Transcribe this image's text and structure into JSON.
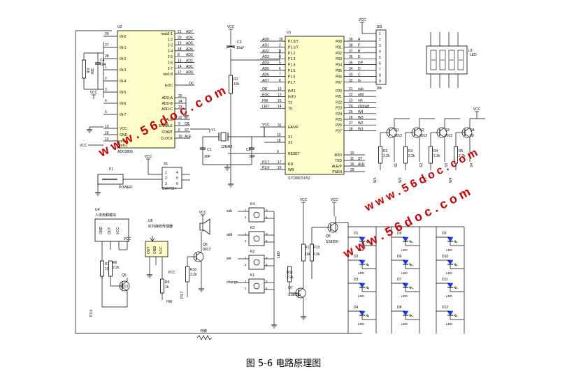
{
  "caption": "图 5-6 电路原理图",
  "watermark": "w w w . 5 6 d o c . c o m",
  "colors": {
    "wire": "#000000",
    "chip_fill": "#ffffcc",
    "led": "#1a3cff",
    "watermark": "#cc0000"
  },
  "u2": {
    "ref": "U2",
    "part": "ADC0809",
    "left_pins": [
      {
        "num": "26",
        "name": "IN-0"
      },
      {
        "num": "27",
        "name": "IN-1"
      },
      {
        "num": "28",
        "name": "IN-2"
      },
      {
        "num": "1",
        "name": "IN-3"
      },
      {
        "num": "2",
        "name": "IN-4"
      },
      {
        "num": "3",
        "name": "IN-5"
      },
      {
        "num": "4",
        "name": "IN-6"
      },
      {
        "num": "5",
        "name": "IN-7"
      }
    ],
    "right_pins": [
      {
        "num": "21",
        "name": "msb2-1",
        "net": "AD7"
      },
      {
        "num": "20",
        "name": "2-2",
        "net": "AD6"
      },
      {
        "num": "19",
        "name": "2-3",
        "net": "AD5"
      },
      {
        "num": "18",
        "name": "2-4",
        "net": "AD4"
      },
      {
        "num": "8",
        "name": "2-5",
        "net": "AD3"
      },
      {
        "num": "15",
        "name": "2-6",
        "net": "AD2"
      },
      {
        "num": "14",
        "name": "2-7",
        "net": "AD1"
      },
      {
        "num": "17",
        "name": "lsb2-8",
        "net": "AD0"
      }
    ],
    "eoc": {
      "name": "EOC",
      "net": "OC"
    },
    "add": [
      {
        "num": "25",
        "name": "ADD-A"
      },
      {
        "num": "24",
        "name": "ADD-B"
      },
      {
        "num": "23",
        "name": "ADD-C"
      }
    ],
    "bottom_left": [
      {
        "num": "13",
        "name": "VCC"
      },
      {
        "num": "16",
        "name": "GND"
      },
      {
        "num": "12",
        "name": "ref(+)"
      }
    ],
    "ctrl": [
      {
        "num": "22",
        "name": "ALE",
        "net": ""
      },
      {
        "num": "9",
        "name": "ENABLE",
        "net": "OE"
      },
      {
        "num": "6",
        "name": "START",
        "net": "ST"
      },
      {
        "num": "10",
        "name": "CLOCK",
        "net": "ALE"
      }
    ],
    "ref_minus": "ref(-)"
  },
  "r8": {
    "ref": "R8",
    "value": "30K"
  },
  "c4": {
    "ref": "C4",
    "value": "104"
  },
  "u1": {
    "ref": "U1",
    "part": "STC89C51/52",
    "left_pins": [
      {
        "num": "39",
        "name": "P1.0/T",
        "net": "AD0"
      },
      {
        "num": "2",
        "name": "P1.1/T",
        "net": "AD1"
      },
      {
        "num": "3",
        "name": "P1.2",
        "net": "AD2"
      },
      {
        "num": "4",
        "name": "P1.3",
        "net": "AD3"
      },
      {
        "num": "5",
        "name": "P1.4",
        "net": "AD4"
      },
      {
        "num": "6",
        "name": "P1.5",
        "net": "AD5"
      },
      {
        "num": "7",
        "name": "P1.6",
        "net": "AD6"
      },
      {
        "num": "8",
        "name": "P1.7",
        "net": "AD7"
      }
    ],
    "int_pins": [
      {
        "num": "13",
        "name": "INT1",
        "net": "OE"
      },
      {
        "num": "12",
        "name": "INT0",
        "net": "EOC"
      },
      {
        "num": "15",
        "name": "T1",
        "net": "HW"
      },
      {
        "num": "14",
        "name": "T0",
        "net": "LED"
      }
    ],
    "ea": {
      "num": "31",
      "name": "EA/VP",
      "net": "VCC"
    },
    "x1": {
      "num": "19",
      "name": "X1"
    },
    "x2": {
      "num": "18",
      "name": "X2"
    },
    "reset": {
      "num": "9",
      "name": "RESET"
    },
    "rd": {
      "num": "17",
      "name": "RD",
      "net": "P3.7"
    },
    "wr": {
      "num": "16",
      "name": "WR",
      "net": "P3.6"
    },
    "p0": [
      {
        "num": "39",
        "name": "P00",
        "net": "A"
      },
      {
        "num": "38",
        "name": "P01",
        "net": "F"
      },
      {
        "num": "37",
        "name": "P02",
        "net": "B"
      },
      {
        "num": "36",
        "name": "P03",
        "net": "E"
      },
      {
        "num": "35",
        "name": "P04",
        "net": "DP"
      },
      {
        "num": "34",
        "name": "P05",
        "net": "D"
      },
      {
        "num": "33",
        "name": "P06",
        "net": "C"
      },
      {
        "num": "32",
        "name": "P07",
        "net": "G"
      }
    ],
    "p2": [
      {
        "num": "21",
        "name": "P20",
        "net": "sub"
      },
      {
        "num": "22",
        "name": "P21",
        "net": "add"
      },
      {
        "num": "23",
        "name": "P22",
        "net": "set"
      },
      {
        "num": "24",
        "name": "P23",
        "net": "change"
      },
      {
        "num": "25",
        "name": "P24",
        "net": "W4"
      },
      {
        "num": "26",
        "name": "P25",
        "net": "W3"
      },
      {
        "num": "27",
        "name": "P26",
        "net": "W2"
      },
      {
        "num": "28",
        "name": "P27",
        "net": "W1"
      }
    ],
    "rxd": {
      "num": "10",
      "name": "RXD"
    },
    "txd": {
      "num": "11",
      "name": "TXD",
      "net": "ST"
    },
    "ale": {
      "num": "30",
      "name": "ALE/P",
      "net": "ALE"
    },
    "psen": {
      "num": "29",
      "name": "PSEN"
    }
  },
  "vcc_label": "VCC",
  "c3": {
    "ref": "C3",
    "value": "10uF"
  },
  "r1": {
    "ref": "R1",
    "value": "10k"
  },
  "y1": {
    "ref": "Y1",
    "value": "12MHZ"
  },
  "c1": {
    "ref": "C1",
    "value": "30P"
  },
  "c2": {
    "ref": "C2",
    "value": "30P"
  },
  "j103": {
    "ref": "103",
    "value": "10k",
    "pins": [
      "1",
      "2",
      "3",
      "4",
      "5",
      "6",
      "7",
      "8",
      "9"
    ]
  },
  "led7": {
    "ref": "LED",
    "label": "L8"
  },
  "digit_q": [
    {
      "ref": "Q1",
      "part": "9012",
      "r": "R2",
      "rv": "2.2k",
      "w": "W1"
    },
    {
      "ref": "Q2",
      "part": "9012",
      "r": "R3",
      "rv": "2.2k",
      "w": "W2"
    },
    {
      "ref": "Q3",
      "part": "9012",
      "r": "R4",
      "rv": "2.2k",
      "w": "W3"
    },
    {
      "ref": "Q4",
      "part": "90",
      "r": "R5",
      "rv": "2.2k",
      "w": "W4"
    }
  ],
  "p1": {
    "ref": "P1",
    "label": "POWER"
  },
  "s1": {
    "ref": "S1",
    "label": "SWITCH",
    "pins": [
      "1",
      "2",
      "3",
      "4",
      "5",
      "6"
    ]
  },
  "u4": {
    "ref": "U4",
    "desc": "人体热释模块",
    "pins": [
      "GND",
      "OUT",
      "VCC"
    ]
  },
  "r7": {
    "ref": "R7",
    "value": "10k"
  },
  "r6": {
    "ref": "R6",
    "value": "2.2k"
  },
  "q5": {
    "ref": "Q5",
    "part": "9013"
  },
  "p36": "P3.6",
  "u5": {
    "ref": "U5",
    "desc": "红外接收传感器",
    "pins": [
      "OUT",
      "GND",
      "VCC"
    ]
  },
  "r9": {
    "ref": "R9",
    "value": "1k"
  },
  "hw": "HW",
  "q6": {
    "ref": "Q6",
    "part": "9012"
  },
  "r10": {
    "ref": "R10",
    "value": "2.2k"
  },
  "p37": "P3.7",
  "keys": [
    {
      "ref": "K4",
      "net": "sub"
    },
    {
      "ref": "K3",
      "net": "add"
    },
    {
      "ref": "K2",
      "net": "set"
    },
    {
      "ref": "K1",
      "net": "change"
    }
  ],
  "key_pins": [
    "1",
    "2",
    "3",
    "4"
  ],
  "led_net": "LED",
  "r11": {
    "ref": "R11",
    "value": "2.2k"
  },
  "q7": {
    "ref": "Q7",
    "part": "SS8050"
  },
  "r12": {
    "ref": "R12",
    "value": "10k"
  },
  "r13": {
    "ref": "R13",
    "value": "2.2k"
  },
  "q8": {
    "ref": "Q8",
    "part": "SS8550"
  },
  "leds": [
    {
      "ref": "D1"
    },
    {
      "ref": "D5"
    },
    {
      "ref": "D9"
    },
    {
      "ref": "D2"
    },
    {
      "ref": "D6"
    },
    {
      "ref": "D10"
    },
    {
      "ref": "D3"
    },
    {
      "ref": "D7"
    },
    {
      "ref": "D11"
    },
    {
      "ref": "D4"
    },
    {
      "ref": "D8"
    },
    {
      "ref": "D12"
    }
  ],
  "led_label": "LED",
  "rl": {
    "ref": "光敏"
  }
}
